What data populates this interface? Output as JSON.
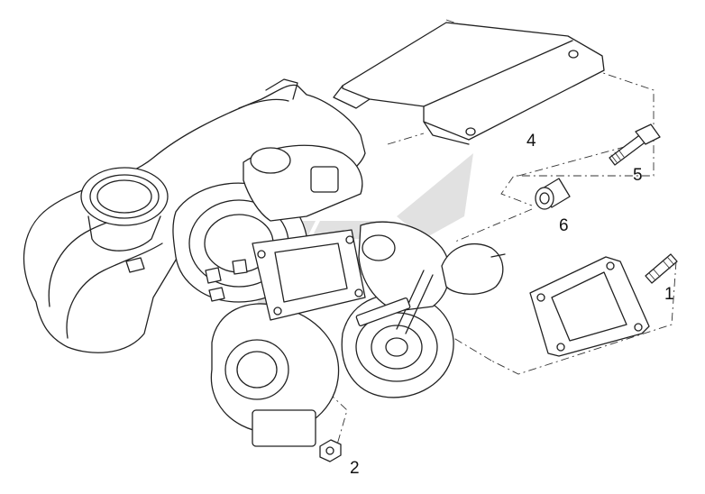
{
  "diagram": {
    "callouts": [
      {
        "id": "c1",
        "label": "1",
        "part": "stud"
      },
      {
        "id": "c2",
        "label": "2",
        "part": "nut"
      },
      {
        "id": "c4",
        "label": "4",
        "part": "heat-shield"
      },
      {
        "id": "c5",
        "label": "5",
        "part": "bolt"
      },
      {
        "id": "c6",
        "label": "6",
        "part": "spacer-sleeve"
      }
    ],
    "colors": {
      "line": "#222222",
      "background": "#ffffff",
      "watermark": "#c8c8c8"
    }
  }
}
